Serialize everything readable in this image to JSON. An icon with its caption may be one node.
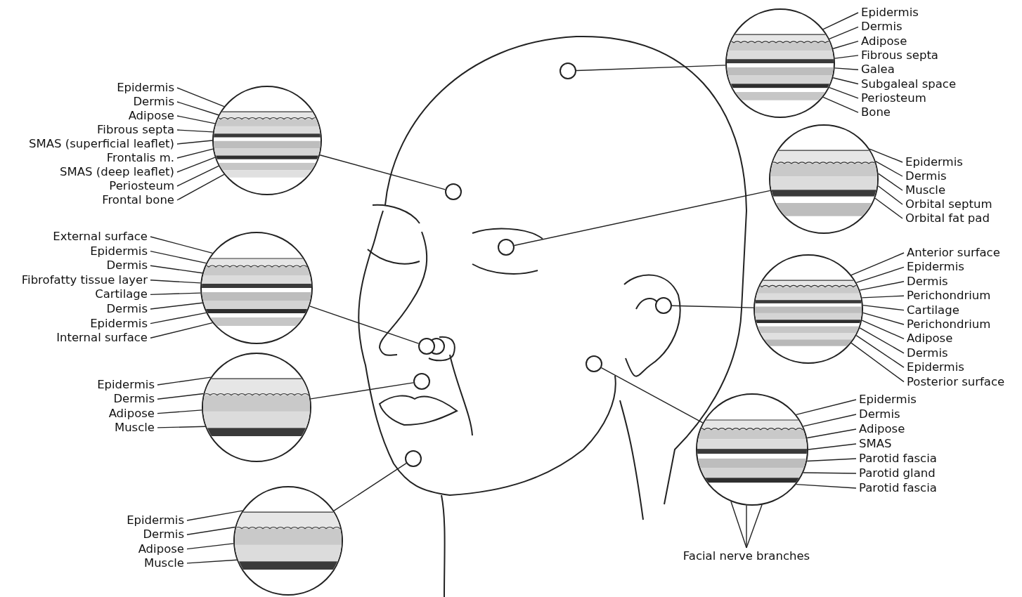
{
  "diagram": {
    "nodes": [
      {
        "text": [
          "Epidermis"
        ]
      },
      {
        "text": [
          "Dermis"
        ]
      },
      {
        "text": [
          "Adipose"
        ]
      },
      {
        "text": [
          "Fibrous septa"
        ]
      },
      {
        "text": [
          "SMAS (superficial leaflet)"
        ]
      },
      {
        "text": [
          "Frontalis m."
        ]
      },
      {
        "text": [
          "SMAS (deep leaflet)"
        ]
      },
      {
        "text": [
          "Periosteum"
        ]
      },
      {
        "text": [
          "Frontal bone"
        ]
      },
      {
        "text": [],
        "shape": "circle"
      },
      {
        "text": [],
        "shape": "circle"
      },
      {
        "text": [
          "Epidermis"
        ]
      },
      {
        "text": [
          "Dermis"
        ]
      },
      {
        "text": [
          "Adipose"
        ]
      },
      {
        "text": [
          "Fibrous septa"
        ]
      },
      {
        "text": [
          "Galea"
        ]
      },
      {
        "text": [
          "Subgaleal space"
        ]
      },
      {
        "text": [
          "Periosteum"
        ]
      },
      {
        "text": [
          "Bone"
        ]
      },
      {
        "text": [],
        "shape": "circle"
      },
      {
        "text": [],
        "shape": "circle"
      },
      {
        "text": [
          "Epidermis"
        ]
      },
      {
        "text": [
          "Dermis"
        ]
      },
      {
        "text": [
          "Muscle"
        ]
      },
      {
        "text": [
          "Orbital septum"
        ]
      },
      {
        "text": [
          "Orbital fat pad"
        ]
      },
      {
        "text": [],
        "shape": "circle"
      },
      {
        "text": [],
        "shape": "circle"
      },
      {
        "text": [
          "External surface"
        ]
      },
      {
        "text": [
          "Epidermis"
        ]
      },
      {
        "text": [
          "Dermis"
        ]
      },
      {
        "text": [
          "Fibrofatty tissue layer"
        ]
      },
      {
        "text": [
          "Cartilage"
        ]
      },
      {
        "text": [
          "Dermis"
        ]
      },
      {
        "text": [
          "Epidermis"
        ]
      },
      {
        "text": [
          "Internal surface"
        ]
      },
      {
        "text": [],
        "shape": "circle"
      },
      {
        "text": [],
        "shape": "circle"
      },
      {
        "text": [
          "Anterior surface"
        ]
      },
      {
        "text": [
          "Epidermis"
        ]
      },
      {
        "text": [
          "Dermis"
        ]
      },
      {
        "text": [
          "Perichondrium"
        ]
      },
      {
        "text": [
          "Cartilage"
        ]
      },
      {
        "text": [
          "Perichondrium"
        ]
      },
      {
        "text": [
          "Adipose"
        ]
      },
      {
        "text": [
          "Dermis"
        ]
      },
      {
        "text": [
          "Epidermis"
        ]
      },
      {
        "text": [
          "Posterior surface"
        ]
      },
      {
        "text": [],
        "shape": "circle"
      },
      {
        "text": [],
        "shape": "circle"
      },
      {
        "text": [
          "Epidermis"
        ]
      },
      {
        "text": [
          "Dermis"
        ]
      },
      {
        "text": [
          "Adipose"
        ]
      },
      {
        "text": [
          "Muscle"
        ]
      },
      {
        "text": [],
        "shape": "circle"
      },
      {
        "text": [],
        "shape": "circle"
      },
      {
        "text": [
          "Epidermis"
        ]
      },
      {
        "text": [
          "Dermis"
        ]
      },
      {
        "text": [
          "Adipose"
        ]
      },
      {
        "text": [
          "SMAS"
        ]
      },
      {
        "text": [
          "Parotid fascia"
        ]
      },
      {
        "text": [
          "Parotid gland"
        ]
      },
      {
        "text": [
          "Parotid fascia"
        ]
      },
      {
        "text": [],
        "shape": "circle"
      },
      {
        "text": [],
        "shape": "circle"
      },
      {
        "text": [
          "Facial nerve branches"
        ]
      },
      {
        "text": [
          "Epidermis"
        ]
      },
      {
        "text": [
          "Dermis"
        ]
      },
      {
        "text": [
          "Adipose"
        ]
      },
      {
        "text": [
          "Muscle"
        ]
      },
      {
        "text": [],
        "shape": "circle"
      },
      {
        "text": [],
        "shape": "circle"
      }
    ],
    "edges": [
      {
        "from": 0,
        "to": 9,
        "arrow": "none"
      },
      {
        "from": 1,
        "to": 9,
        "arrow": "none"
      },
      {
        "from": 2,
        "to": 9,
        "arrow": "none"
      },
      {
        "from": 3,
        "to": 9,
        "arrow": "none"
      },
      {
        "from": 4,
        "to": 9,
        "arrow": "none"
      },
      {
        "from": 5,
        "to": 9,
        "arrow": "none"
      },
      {
        "from": 6,
        "to": 9,
        "arrow": "none"
      },
      {
        "from": 7,
        "to": 9,
        "arrow": "none"
      },
      {
        "from": 8,
        "to": 9,
        "arrow": "none"
      },
      {
        "from": 10,
        "to": 9,
        "arrow": "none"
      },
      {
        "from": 11,
        "to": 19,
        "arrow": "none"
      },
      {
        "from": 12,
        "to": 19,
        "arrow": "none"
      },
      {
        "from": 13,
        "to": 19,
        "arrow": "none"
      },
      {
        "from": 14,
        "to": 19,
        "arrow": "none"
      },
      {
        "from": 15,
        "to": 19,
        "arrow": "none"
      },
      {
        "from": 16,
        "to": 19,
        "arrow": "none"
      },
      {
        "from": 17,
        "to": 19,
        "arrow": "none"
      },
      {
        "from": 18,
        "to": 19,
        "arrow": "none"
      },
      {
        "from": 20,
        "to": 19,
        "arrow": "none"
      },
      {
        "from": 21,
        "to": 26,
        "arrow": "none"
      },
      {
        "from": 22,
        "to": 26,
        "arrow": "none"
      },
      {
        "from": 23,
        "to": 26,
        "arrow": "none"
      },
      {
        "from": 24,
        "to": 26,
        "arrow": "none"
      },
      {
        "from": 25,
        "to": 26,
        "arrow": "none"
      },
      {
        "from": 27,
        "to": 26,
        "arrow": "none"
      },
      {
        "from": 28,
        "to": 36,
        "arrow": "none"
      },
      {
        "from": 29,
        "to": 36,
        "arrow": "none"
      },
      {
        "from": 30,
        "to": 36,
        "arrow": "none"
      },
      {
        "from": 31,
        "to": 36,
        "arrow": "none"
      },
      {
        "from": 32,
        "to": 36,
        "arrow": "none"
      },
      {
        "from": 33,
        "to": 36,
        "arrow": "none"
      },
      {
        "from": 34,
        "to": 36,
        "arrow": "none"
      },
      {
        "from": 35,
        "to": 36,
        "arrow": "none"
      },
      {
        "from": 37,
        "to": 36,
        "arrow": "none"
      },
      {
        "from": 38,
        "to": 48,
        "arrow": "none"
      },
      {
        "from": 39,
        "to": 48,
        "arrow": "none"
      },
      {
        "from": 40,
        "to": 48,
        "arrow": "none"
      },
      {
        "from": 41,
        "to": 48,
        "arrow": "none"
      },
      {
        "from": 42,
        "to": 48,
        "arrow": "none"
      },
      {
        "from": 43,
        "to": 48,
        "arrow": "none"
      },
      {
        "from": 44,
        "to": 48,
        "arrow": "none"
      },
      {
        "from": 45,
        "to": 48,
        "arrow": "none"
      },
      {
        "from": 46,
        "to": 48,
        "arrow": "none"
      },
      {
        "from": 47,
        "to": 48,
        "arrow": "none"
      },
      {
        "from": 49,
        "to": 48,
        "arrow": "none"
      },
      {
        "from": 50,
        "to": 54,
        "arrow": "none"
      },
      {
        "from": 51,
        "to": 54,
        "arrow": "none"
      },
      {
        "from": 52,
        "to": 54,
        "arrow": "none"
      },
      {
        "from": 53,
        "to": 54,
        "arrow": "none"
      },
      {
        "from": 55,
        "to": 54,
        "arrow": "none"
      },
      {
        "from": 56,
        "to": 63,
        "arrow": "none"
      },
      {
        "from": 57,
        "to": 63,
        "arrow": "none"
      },
      {
        "from": 58,
        "to": 63,
        "arrow": "none"
      },
      {
        "from": 59,
        "to": 63,
        "arrow": "none"
      },
      {
        "from": 60,
        "to": 63,
        "arrow": "none"
      },
      {
        "from": 61,
        "to": 63,
        "arrow": "none"
      },
      {
        "from": 62,
        "to": 63,
        "arrow": "none"
      },
      {
        "from": 64,
        "to": 63,
        "arrow": "none"
      },
      {
        "from": 65,
        "to": 63,
        "arrow": "none"
      },
      {
        "from": 65,
        "to": 63,
        "arrow": "none"
      },
      {
        "from": 65,
        "to": 63,
        "arrow": "none"
      },
      {
        "from": 66,
        "to": 70,
        "arrow": "none"
      },
      {
        "from": 67,
        "to": 70,
        "arrow": "none"
      },
      {
        "from": 68,
        "to": 70,
        "arrow": "none"
      },
      {
        "from": 69,
        "to": 70,
        "arrow": "none"
      },
      {
        "from": 71,
        "to": 70,
        "arrow": "none"
      }
    ]
  }
}
